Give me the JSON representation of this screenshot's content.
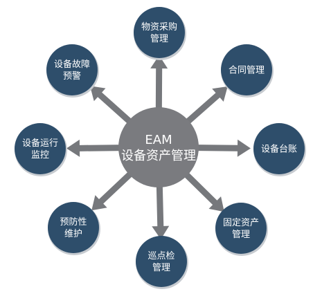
{
  "colors": {
    "background": "#ffffff",
    "center_fill": "#7a7b7f",
    "node_fill": "#2e4e6b",
    "node_ring": "#c7cbd0",
    "arrow": "#76787c",
    "text": "#ffffff"
  },
  "diagram": {
    "center": {
      "lines": [
        "EAM",
        "设备资产管理"
      ]
    },
    "nodes": [
      {
        "lines": [
          "物资采购",
          "管理"
        ]
      },
      {
        "lines": [
          "合同管理"
        ]
      },
      {
        "lines": [
          "设备台账"
        ]
      },
      {
        "lines": [
          "固定资产",
          "管理"
        ]
      },
      {
        "lines": [
          "巡点检",
          "管理"
        ]
      },
      {
        "lines": [
          "预防性",
          "维护"
        ]
      },
      {
        "lines": [
          "设备运行",
          "监控"
        ]
      },
      {
        "lines": [
          "设备故障",
          "预警"
        ]
      }
    ]
  }
}
